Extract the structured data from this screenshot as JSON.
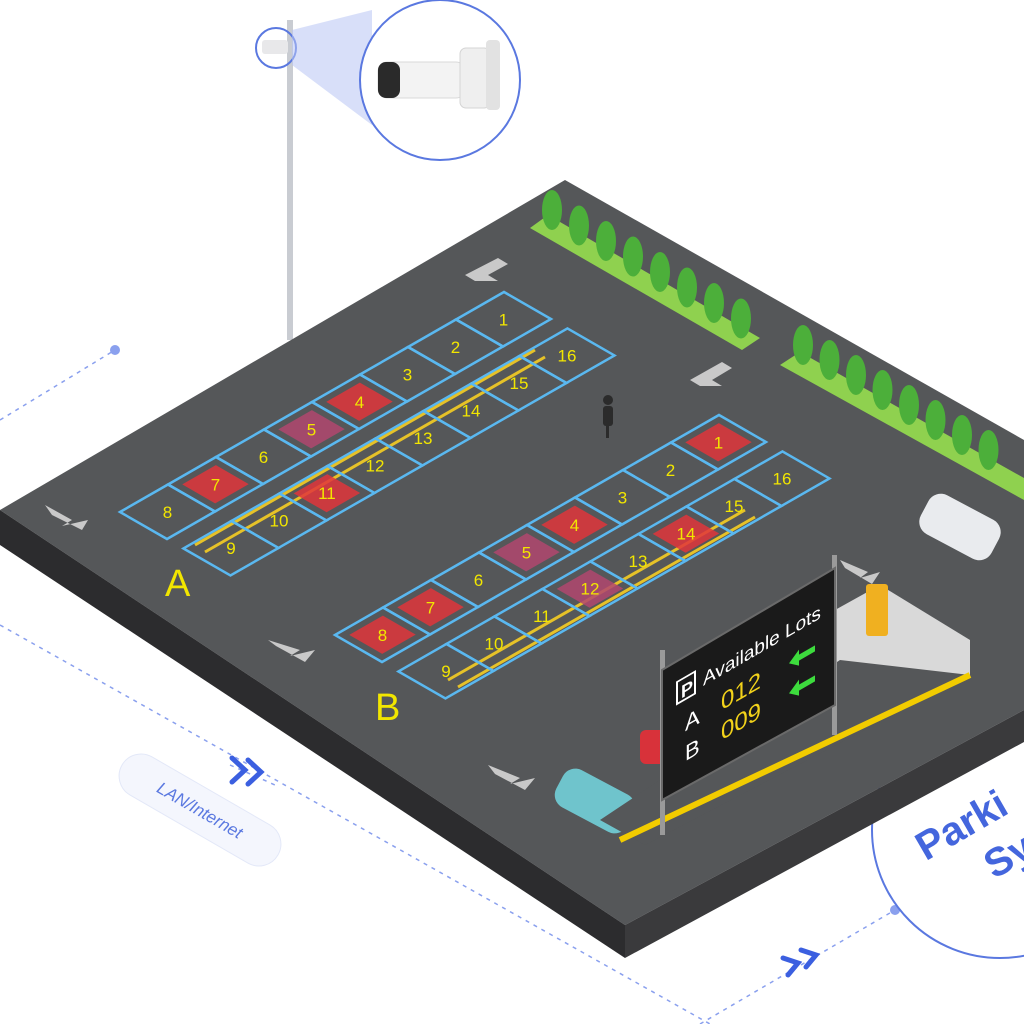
{
  "zones": {
    "a_label": "A",
    "b_label": "B",
    "a_lots": [
      "1",
      "2",
      "3",
      "4",
      "5",
      "6",
      "7",
      "8",
      "9",
      "10",
      "11",
      "12",
      "13",
      "14",
      "15",
      "16"
    ],
    "b_lots": [
      "1",
      "2",
      "3",
      "4",
      "5",
      "6",
      "7",
      "8",
      "9",
      "10",
      "11",
      "12",
      "13",
      "14",
      "15",
      "16"
    ]
  },
  "sign": {
    "p_icon": "P",
    "title": "Available Lots",
    "row_a_label": "A",
    "row_a_count": "012",
    "row_b_label": "B",
    "row_b_count": "009"
  },
  "network": {
    "label": "LAN/Internet"
  },
  "system": {
    "line1": "Parki",
    "line2": "Sy"
  },
  "icons": [
    "camera-icon",
    "direction-arrow-icon",
    "double-chevron-icon"
  ],
  "colors": {
    "asphalt": "#555759",
    "slot_line": "#5ab8f0",
    "lot_number": "#f2e600",
    "sign_digits": "#f2d21a",
    "sign_arrow": "#3ddc3d",
    "network_accent": "#4466dd"
  }
}
